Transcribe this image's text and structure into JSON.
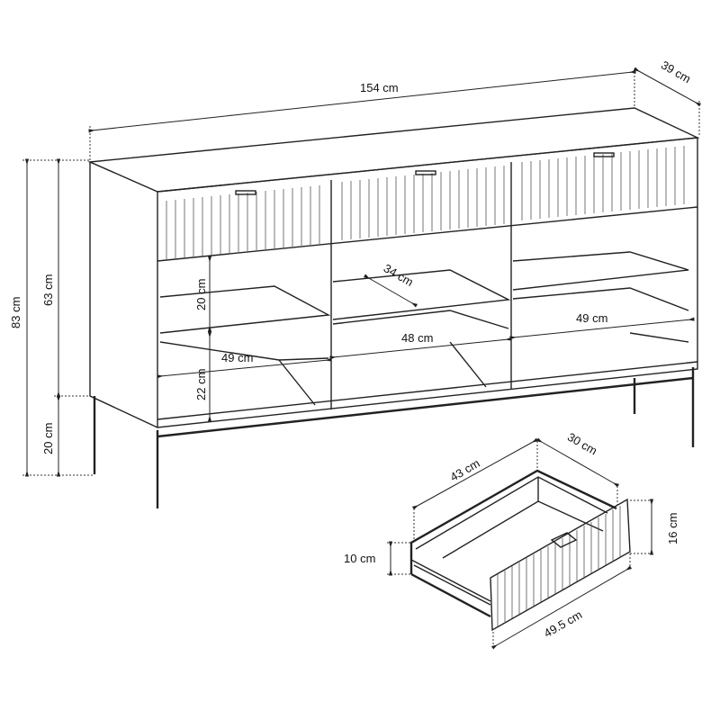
{
  "dimensions": {
    "width": "154 cm",
    "depth": "39 cm",
    "total_height": "83 cm",
    "body_height": "63 cm",
    "leg_height": "20 cm",
    "shelf_gap_upper": "20 cm",
    "shelf_gap_lower": "22 cm",
    "shelf_depth": "34 cm",
    "left_compartment_width": "49 cm",
    "middle_compartment_width": "48 cm",
    "right_compartment_width": "49 cm"
  },
  "drawer": {
    "length": "43 cm",
    "inner_width": "30 cm",
    "front_height": "16 cm",
    "side_height": "10 cm",
    "front_width": "49.5 cm"
  }
}
